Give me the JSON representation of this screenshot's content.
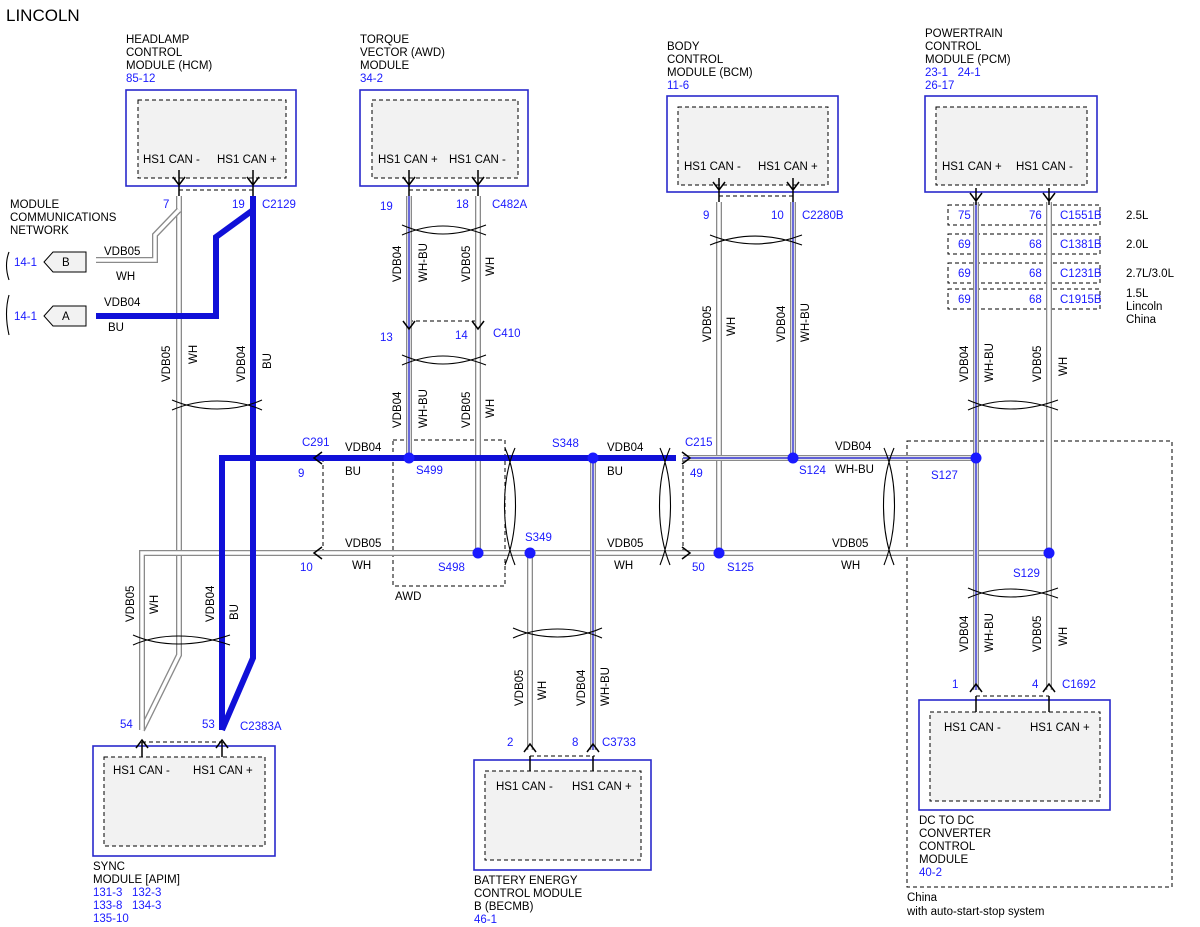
{
  "brand": "LINCOLN",
  "network_label": [
    "MODULE",
    "COMMUNICATIONS",
    "NETWORK"
  ],
  "offpage": {
    "b": {
      "ref": "14-1",
      "letter": "B",
      "circuit": "VDB05",
      "color": "WH"
    },
    "a": {
      "ref": "14-1",
      "letter": "A",
      "circuit": "VDB04",
      "color": "BU"
    }
  },
  "modules": {
    "hcm": {
      "title": [
        "HEADLAMP",
        "CONTROL",
        "MODULE (HCM)"
      ],
      "refs": [
        "85-12"
      ],
      "pins": [
        "HS1 CAN -",
        "HS1 CAN +"
      ]
    },
    "awd": {
      "title": [
        "TORQUE",
        "VECTOR (AWD)",
        "MODULE"
      ],
      "refs": [
        "34-2"
      ],
      "pins": [
        "HS1 CAN +",
        "HS1 CAN -"
      ]
    },
    "bcm": {
      "title": [
        "BODY",
        "CONTROL",
        "MODULE (BCM)"
      ],
      "refs": [
        "11-6"
      ],
      "pins": [
        "HS1 CAN -",
        "HS1 CAN +"
      ]
    },
    "pcm": {
      "title": [
        "POWERTRAIN",
        "CONTROL",
        "MODULE (PCM)"
      ],
      "refs": [
        "23-1   24-1",
        "26-17"
      ],
      "pins": [
        "HS1 CAN +",
        "HS1 CAN -"
      ]
    },
    "sync": {
      "title": [
        "SYNC",
        "MODULE [APIM]"
      ],
      "refs": [
        "131-3   132-3",
        "133-8   134-3",
        "135-10"
      ],
      "pins": [
        "HS1 CAN -",
        "HS1 CAN +"
      ]
    },
    "becm": {
      "title": [
        "BATTERY ENERGY",
        "CONTROL MODULE",
        "B (BECMB)"
      ],
      "refs": [
        "46-1"
      ],
      "pins": [
        "HS1 CAN -",
        "HS1 CAN +"
      ]
    },
    "dcdc": {
      "title": [
        "DC TO DC",
        "CONVERTER",
        "CONTROL",
        "MODULE"
      ],
      "refs": [
        "40-2"
      ],
      "pins": [
        "HS1 CAN -",
        "HS1 CAN +"
      ]
    }
  },
  "connectors": {
    "c2129": {
      "name": "C2129",
      "pins": [
        "7",
        "19"
      ]
    },
    "c482a": {
      "name": "C482A",
      "pins": [
        "19",
        "18"
      ]
    },
    "c410": {
      "name": "C410",
      "pins": [
        "13",
        "14"
      ]
    },
    "c2280b": {
      "name": "C2280B",
      "pins": [
        "9",
        "10"
      ]
    },
    "c1551b": {
      "name": "C1551B",
      "pins": [
        "75",
        "76"
      ],
      "variant": "2.5L"
    },
    "c1381b": {
      "name": "C1381B",
      "pins": [
        "69",
        "68"
      ],
      "variant": "2.0L"
    },
    "c1231b": {
      "name": "C1231B",
      "pins": [
        "69",
        "68"
      ],
      "variant": "2.7L/3.0L"
    },
    "c1915b": {
      "name": "C1915B",
      "pins": [
        "69",
        "68"
      ],
      "variant": [
        "1.5L",
        "Lincoln",
        "China"
      ]
    },
    "c291": {
      "name": "C291",
      "pins": [
        "9",
        "10"
      ]
    },
    "c215": {
      "name": "C215",
      "pins": [
        "49",
        "50"
      ]
    },
    "c2383a": {
      "name": "C2383A",
      "pins": [
        "54",
        "53"
      ]
    },
    "c3733": {
      "name": "C3733",
      "pins": [
        "2",
        "8"
      ]
    },
    "c1692": {
      "name": "C1692",
      "pins": [
        "1",
        "4"
      ]
    }
  },
  "splices": [
    "S499",
    "S348",
    "S498",
    "S349",
    "S124",
    "S125",
    "S127",
    "S129"
  ],
  "wires": {
    "vdb04": "VDB04",
    "vdb05": "VDB05",
    "bu": "BU",
    "wh": "WH",
    "whbu": "WH-BU"
  },
  "regions": {
    "awd": "AWD",
    "china": [
      "China",
      "with auto-start-stop system"
    ]
  },
  "colors": {
    "can_high_bold": "#1010d8",
    "blue_text": "#1a1aff",
    "module_border": "#2a2acc"
  }
}
